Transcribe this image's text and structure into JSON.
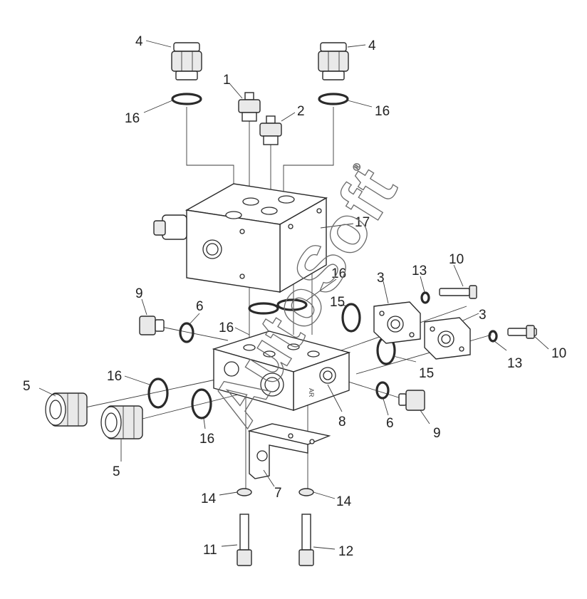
{
  "diagram": {
    "callouts": {
      "c4_left": "4",
      "c4_right": "4",
      "c1": "1",
      "c2": "2",
      "c16_top_left": "16",
      "c16_top_right": "16",
      "c17": "17",
      "c16_mid_right": "16",
      "c16_mid_left": "16",
      "c16_left_a": "16",
      "c16_left_b": "16",
      "c9_left": "9",
      "c6_left": "6",
      "c15_upper": "15",
      "c15_lower": "15",
      "c3_a": "3",
      "c3_b": "3",
      "c13_upper": "13",
      "c13_lower": "13",
      "c10_upper": "10",
      "c10_lower": "10",
      "c5_upper": "5",
      "c5_lower": "5",
      "c8": "8",
      "c6_right": "6",
      "c9_right": "9",
      "c7": "7",
      "c14_left": "14",
      "c14_right": "14",
      "c11": "11",
      "c12": "12"
    },
    "block_engraving": "AR",
    "watermark": {
      "text": "AutoSoft",
      "mark": "®"
    },
    "colors": {
      "line": "#2a2a2a",
      "watermark": "#6a6a6a",
      "background": "#ffffff"
    }
  }
}
